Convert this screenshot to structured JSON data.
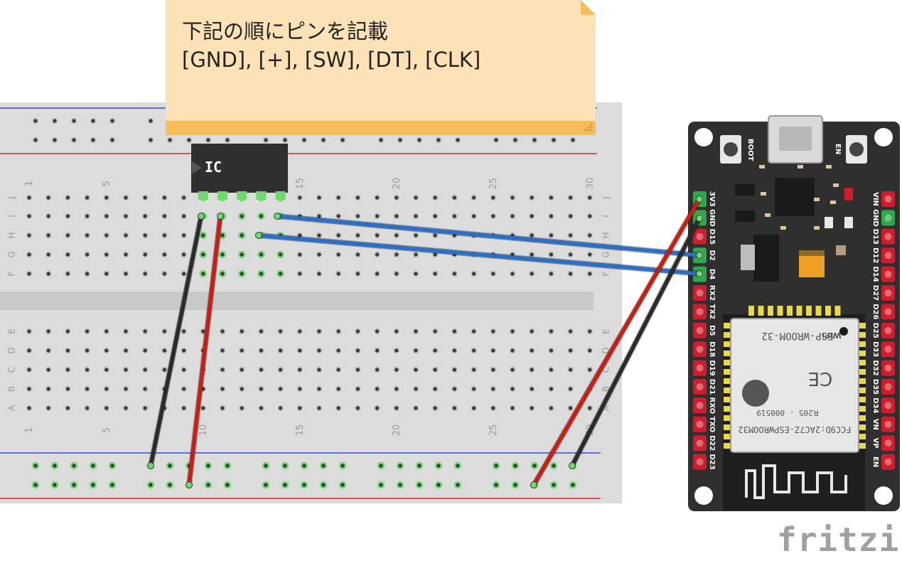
{
  "note": {
    "line1": "下記の順にピンを記載",
    "line2": "[GND], [+], [SW], [DT], [CLK]"
  },
  "chip": {
    "label": "IC"
  },
  "breadboard": {
    "columns": 30,
    "col_number_labels": [
      "1",
      "5",
      "10",
      "15",
      "20",
      "25",
      "30"
    ],
    "upper_row_letters": [
      "J",
      "I",
      "H",
      "G",
      "F"
    ],
    "lower_row_letters": [
      "E",
      "D",
      "C",
      "B",
      "A"
    ]
  },
  "esp32": {
    "button_labels": [
      "BOOT",
      "EN"
    ],
    "left_pins": [
      "3V3",
      "GND",
      "D15",
      "D2",
      "D4",
      "RX2",
      "TX2",
      "D5",
      "D18",
      "D19",
      "D21",
      "RXO",
      "TXO",
      "D22",
      "D23"
    ],
    "right_pins": [
      "VIN",
      "GND",
      "D13",
      "D12",
      "D14",
      "D27",
      "D26",
      "D25",
      "D33",
      "D32",
      "D35",
      "D34",
      "VN",
      "VP",
      "EN"
    ],
    "module_lines": [
      "FCC9D:2AC7Z-ESPWROOM32",
      "205 - 000519",
      "ESP-WROOM-32"
    ],
    "module_marks": [
      "R",
      "CE",
      "WiFi"
    ]
  },
  "colors": {
    "wire_black": "#2b2b2b",
    "wire_red": "#c81e14",
    "wire_blue": "#2b6fc7",
    "note_fill": "#fce2b6",
    "note_band": "#f7bd5a",
    "board": "#2f2f2f",
    "pin_red": "#cc1e2c",
    "pin_green": "#2da84a"
  },
  "brand": {
    "logo": "fritzing"
  }
}
